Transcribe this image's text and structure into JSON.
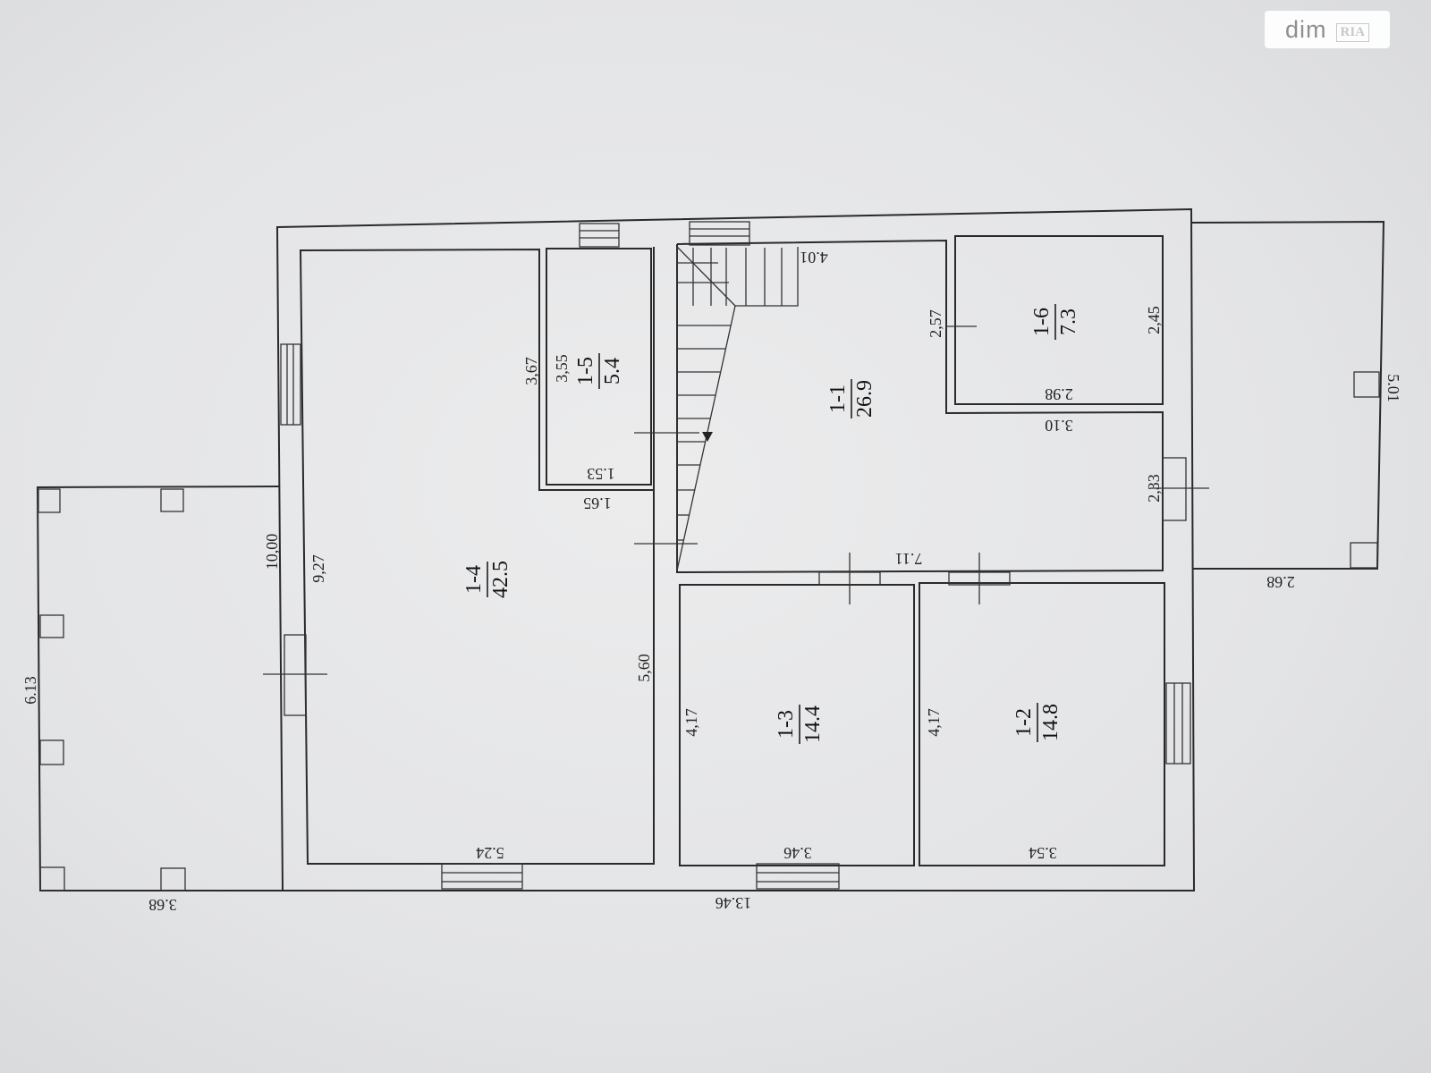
{
  "watermark": {
    "brand": "dim",
    "brand_sub": "RIA"
  },
  "rooms": [
    {
      "id": "room-1-1",
      "number": "1-1",
      "area": "26.9"
    },
    {
      "id": "room-1-2",
      "number": "1-2",
      "area": "14.8"
    },
    {
      "id": "room-1-3",
      "number": "1-3",
      "area": "14.4"
    },
    {
      "id": "room-1-4",
      "number": "1-4",
      "area": "42.5"
    },
    {
      "id": "room-1-5",
      "number": "1-5",
      "area": "5.4"
    },
    {
      "id": "room-1-6",
      "number": "1-6",
      "area": "7.3"
    }
  ],
  "dimensions": {
    "overall_length": "13.46",
    "overall_width": "10,00",
    "left_terrace_width": "6.13",
    "left_terrace_depth": "3.68",
    "right_terrace_width": "5.01",
    "right_terrace_depth": "2.68",
    "room_1_4_length": "5.24",
    "room_1_4_width": "9,27",
    "room_1_4_partition": "5,60",
    "room_1_4_notch": "1.65",
    "room_1_5_outer": "3,67",
    "room_1_5_inner": "3,55",
    "room_1_5_width": "1.53",
    "stair_width": "4.01",
    "room_1_6_left": "2,57",
    "room_1_6_right": "2,45",
    "room_1_6_width": "2.98",
    "corridor_width": "3.10",
    "door_width": "2,33",
    "room_1_1_length": "7.11",
    "room_1_3_width": "4,17",
    "room_1_3_length": "3.46",
    "room_1_2_width": "4,17",
    "room_1_2_length": "3.54"
  }
}
